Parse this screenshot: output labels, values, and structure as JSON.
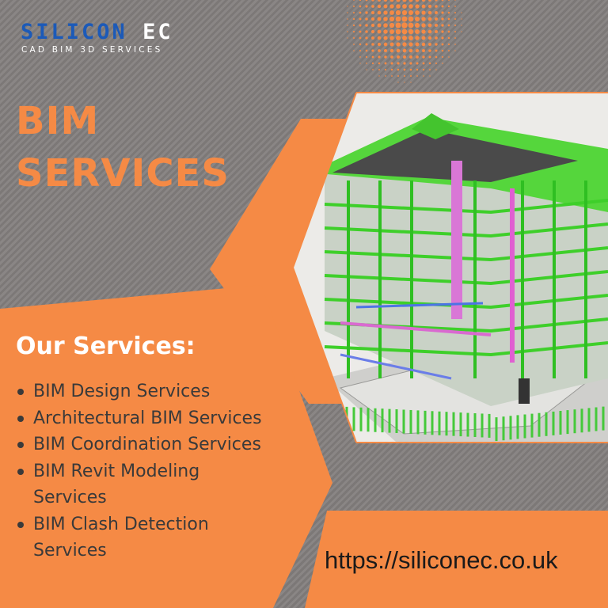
{
  "brand": {
    "logo_part1": "SILICON",
    "logo_part2": "EC",
    "tagline": "CAD BIM 3D SERVICES",
    "primary_color": "#f58a45",
    "logo_blue": "#1c5ab8",
    "background_color": "#857f7e"
  },
  "headline": {
    "line1": "BIM",
    "line2": "SERVICES"
  },
  "services": {
    "title": "Our Services:",
    "items": [
      {
        "line1": "BIM Design Services",
        "line2": ""
      },
      {
        "line1": "Architectural BIM Services",
        "line2": ""
      },
      {
        "line1": "BIM Coordination Services",
        "line2": ""
      },
      {
        "line1": "BIM Revit Modeling",
        "line2": "Services"
      },
      {
        "line1": "BIM Clash Detection",
        "line2": "Services"
      }
    ]
  },
  "website": {
    "url": "https://siliconec.co.uk"
  },
  "image": {
    "subject": "3D BIM building model render"
  }
}
